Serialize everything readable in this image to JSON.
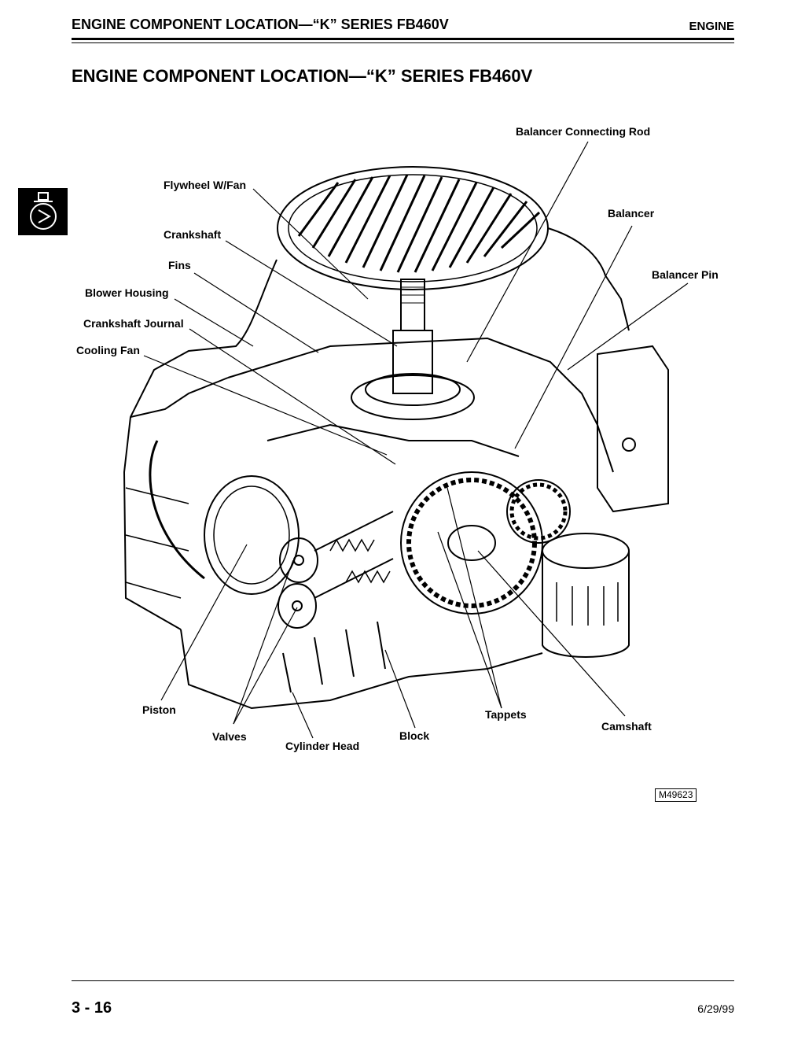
{
  "header": {
    "title": "ENGINE COMPONENT LOCATION—“K” SERIES FB460V",
    "section": "ENGINE"
  },
  "page_title": "ENGINE COMPONENT LOCATION—“K” SERIES FB460V",
  "callouts": {
    "balancer_connecting_rod": "Balancer Connecting Rod",
    "flywheel_w_fan": "Flywheel W/Fan",
    "balancer": "Balancer",
    "crankshaft": "Crankshaft",
    "fins": "Fins",
    "balancer_pin": "Balancer Pin",
    "blower_housing": "Blower Housing",
    "crankshaft_journal": "Crankshaft Journal",
    "cooling_fan": "Cooling Fan",
    "piston": "Piston",
    "tappets": "Tappets",
    "camshaft": "Camshaft",
    "valves": "Valves",
    "block": "Block",
    "cylinder_head": "Cylinder Head"
  },
  "figure_id": "M49623",
  "footer": {
    "page_number": "3 - 16",
    "date": "6/29/99"
  },
  "icons": {
    "section_tab": "engine-tab-icon"
  }
}
